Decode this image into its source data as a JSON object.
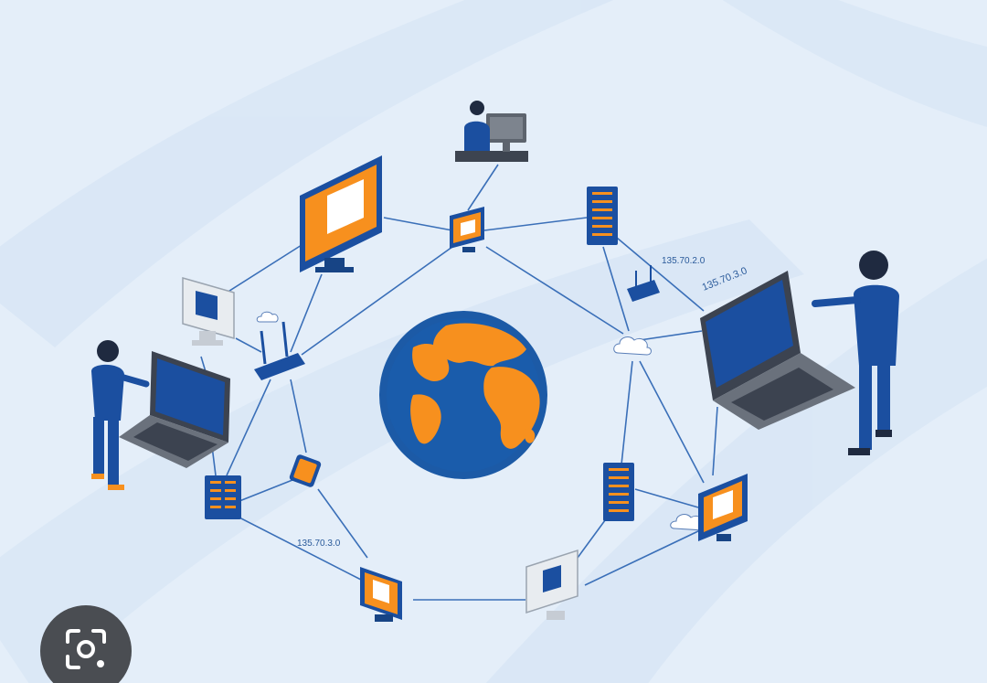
{
  "diagram": {
    "ip_labels": {
      "top_right_small": "135.70.2.0",
      "top_right_large": "135.70.3.0",
      "bottom_left": "135.70.3.0"
    },
    "colors": {
      "background": "#e4eef9",
      "primary_blue": "#1b4fa0",
      "accent_orange": "#f7901e",
      "ocean": "#1c5aa6",
      "link_line": "#3a6fb8"
    }
  },
  "overlay": {
    "icon": "google-lens-icon",
    "color": "#4a4d52"
  }
}
